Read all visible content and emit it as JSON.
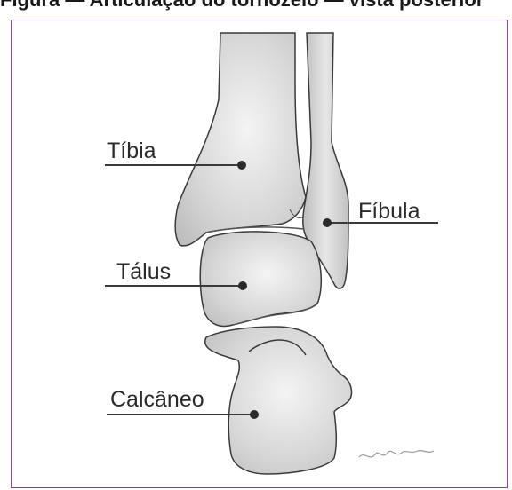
{
  "figure": {
    "caption": "Figura — Articulação do tornozelo — vista posterior",
    "labels": {
      "tibia": "Tíbia",
      "fibula": "Fíbula",
      "talus": "Tálus",
      "calcaneus": "Calcâneo"
    }
  },
  "colors": {
    "frame": "#7b4b8c",
    "bone_light": "#f2f2f2",
    "bone_dark": "#c4c4c4",
    "outline": "#3a3a3a",
    "leader": "#3a3a3a",
    "text": "#2b2b2b"
  }
}
